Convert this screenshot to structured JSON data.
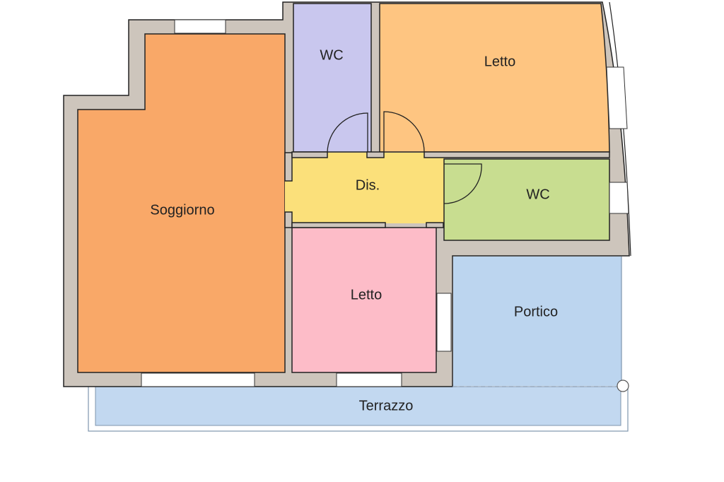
{
  "plan": {
    "rooms": [
      {
        "id": "soggiorno",
        "label": "Soggiorno",
        "color": "#f9a868"
      },
      {
        "id": "wc1",
        "label": "WC",
        "color": "#c9c7ee"
      },
      {
        "id": "letto1",
        "label": "Letto",
        "color": "#fec581"
      },
      {
        "id": "dis",
        "label": "Dis.",
        "color": "#fbe07a"
      },
      {
        "id": "wc2",
        "label": "WC",
        "color": "#c8dd90"
      },
      {
        "id": "letto2",
        "label": "Letto",
        "color": "#fdbcc8"
      },
      {
        "id": "portico",
        "label": "Portico",
        "color": "#bcd5ef"
      },
      {
        "id": "terrazzo",
        "label": "Terrazzo",
        "color": "#c2d8f0"
      }
    ],
    "wall_color": "#cdc5bc"
  }
}
